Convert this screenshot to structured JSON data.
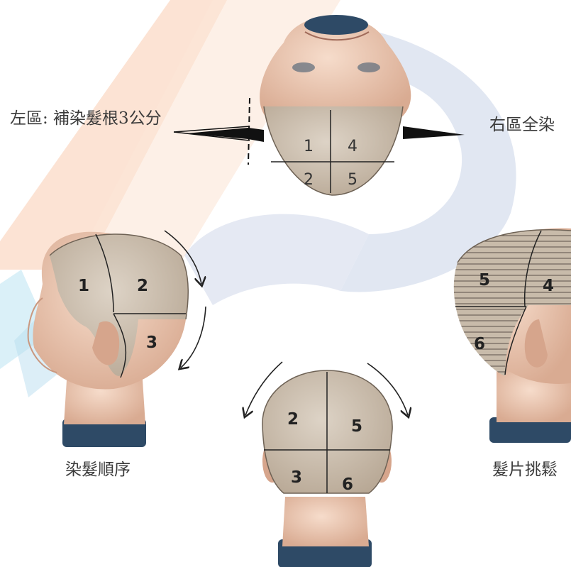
{
  "labels": {
    "left_zone": "左區: 補染髮根3公分",
    "right_zone": "右區全染",
    "dye_order": "染髮順序",
    "hair_slice": "髮片挑鬆"
  },
  "top_head_sections": [
    "1",
    "4",
    "2",
    "5"
  ],
  "side_head_sections": [
    "1",
    "2",
    "3"
  ],
  "back_head_sections": [
    "2",
    "5",
    "3",
    "6"
  ],
  "right_head_sections": [
    "5",
    "4",
    "6"
  ],
  "colors": {
    "watermark_orange": "#f7b78f",
    "watermark_blue": "#7f93c2",
    "scalp": "#cdbfae",
    "face": "#e9c9b4",
    "stand": "#2e4a66"
  }
}
